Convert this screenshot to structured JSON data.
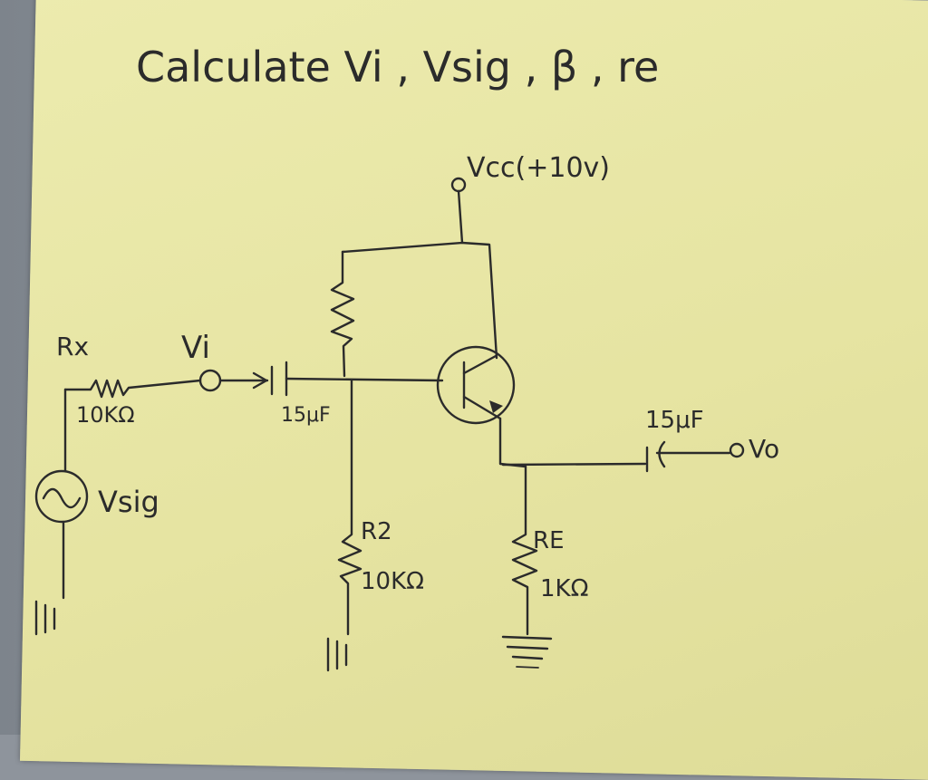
{
  "title": "Calculate Vi , Vsig , β , re",
  "labels": {
    "vcc": "Vcc(+10v)",
    "rx": "Rx",
    "rx_value": "10KΩ",
    "vi": "Vi",
    "vsig": "Vsig",
    "cap_in": "15μF",
    "cap_out": "15μF",
    "r2": "R2",
    "r2_value": "10KΩ",
    "re": "RE",
    "re_value": "1KΩ",
    "vo": "Vo"
  }
}
